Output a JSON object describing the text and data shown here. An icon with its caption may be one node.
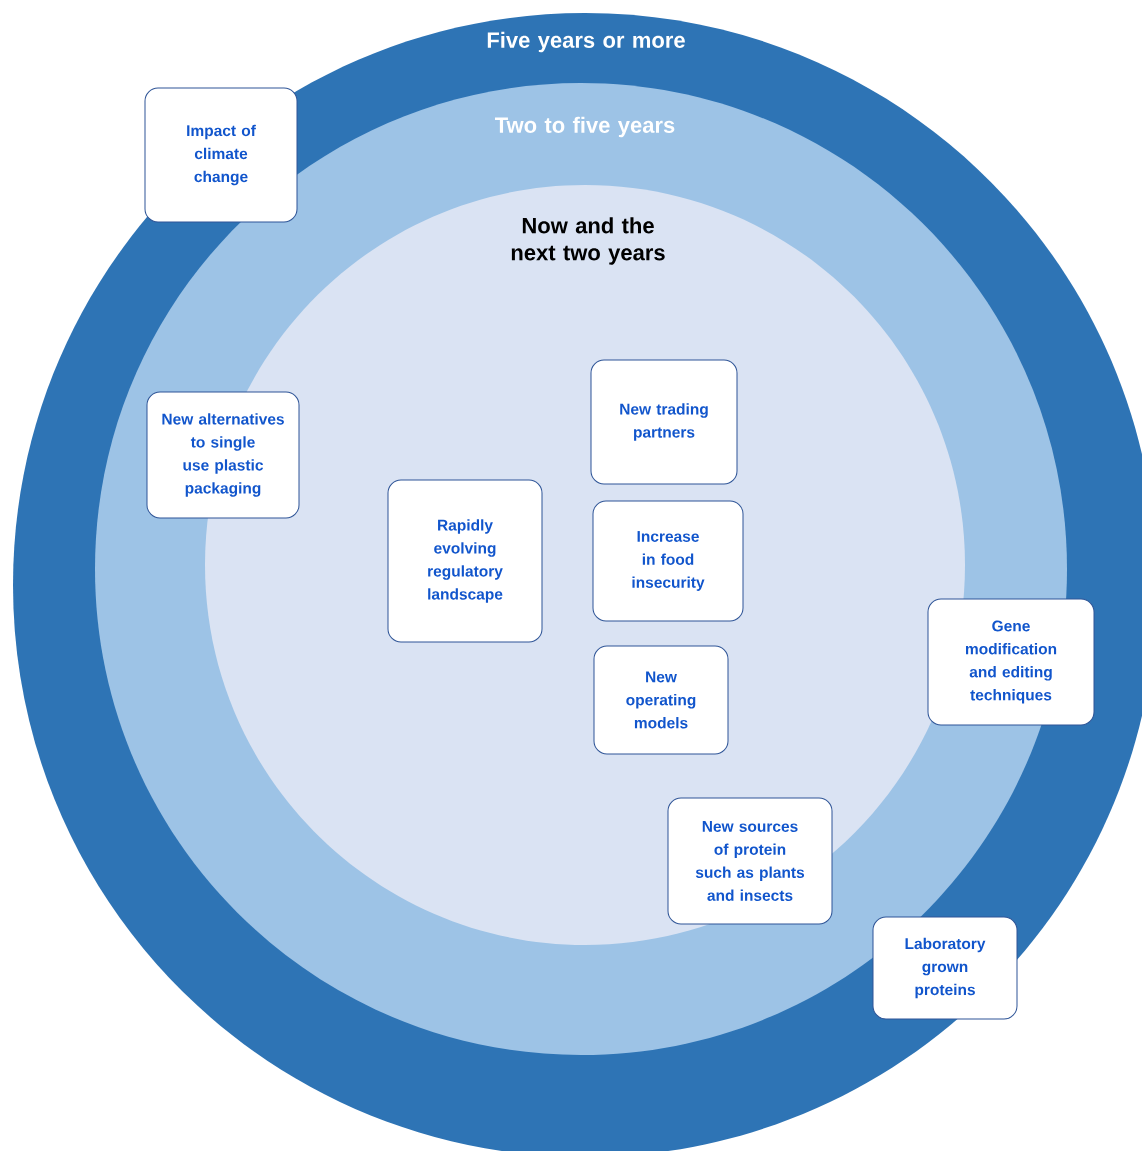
{
  "diagram": {
    "nodes": [
      {
        "text": [
          "Five years or more"
        ]
      },
      {
        "text": [
          "Two to five years"
        ],
        "in": 0
      },
      {
        "text": [
          "Now and the next two years"
        ],
        "in": 1
      },
      {
        "text": [
          "Impact of climate change"
        ],
        "in": 0
      },
      {
        "text": [
          "New alternatives to single use plastic packaging"
        ],
        "in": 1
      },
      {
        "text": [
          "New trading partners"
        ],
        "in": 2
      },
      {
        "text": [
          "Rapidly evolving regulatory landscape"
        ],
        "in": 2
      },
      {
        "text": [
          "Increase in food insecurity"
        ],
        "in": 2
      },
      {
        "text": [
          "Gene modification and editing techniques"
        ],
        "in": 0
      },
      {
        "text": [
          "New operating models"
        ],
        "in": 2
      },
      {
        "text": [
          "New sources of protein such as plants and insects"
        ],
        "in": 2
      },
      {
        "text": [
          "Laboratory grown proteins"
        ],
        "in": 0
      }
    ]
  }
}
